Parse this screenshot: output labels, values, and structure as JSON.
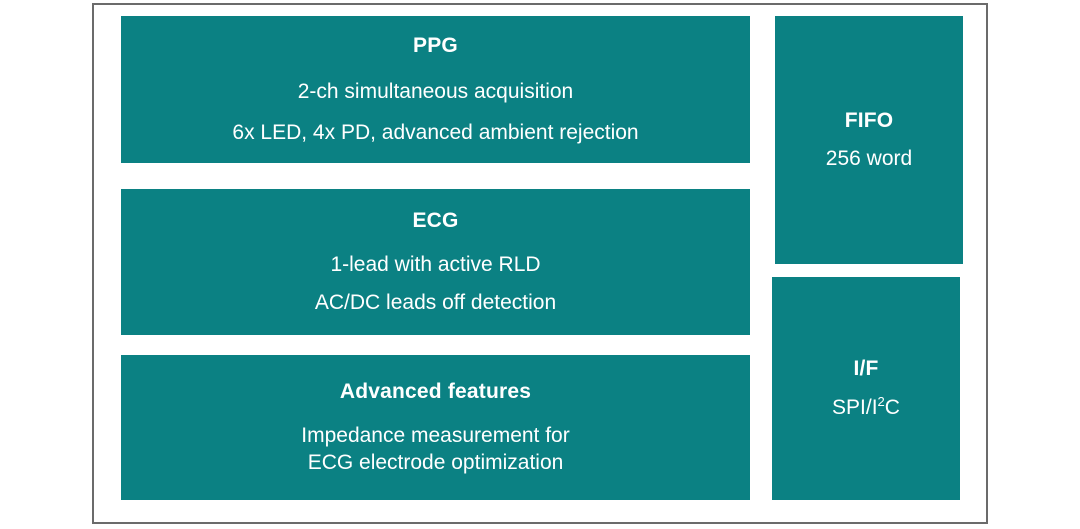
{
  "diagram": {
    "accent_color": "#0b8183",
    "frame_color": "#6b6b6b",
    "text_color": "#ffffff",
    "background_color": "#ffffff",
    "blocks": [
      {
        "id": "ppg",
        "title": "PPG",
        "lines": [
          "2-ch simultaneous acquisition",
          "6x LED, 4x PD, advanced ambient rejection"
        ]
      },
      {
        "id": "ecg",
        "title": "ECG",
        "lines": [
          "1-lead with active RLD",
          "AC/DC leads off detection"
        ]
      },
      {
        "id": "advanced",
        "title": "Advanced features",
        "lines": [
          "Impedance measurement for",
          "ECG electrode optimization"
        ]
      },
      {
        "id": "fifo",
        "title": "FIFO",
        "lines": [
          "256 word"
        ]
      },
      {
        "id": "interface",
        "title": "I/F",
        "lines_html": [
          "SPI/I2C"
        ],
        "line_prefix": "SPI/I",
        "line_superscript": "2",
        "line_suffix": "C"
      }
    ]
  }
}
